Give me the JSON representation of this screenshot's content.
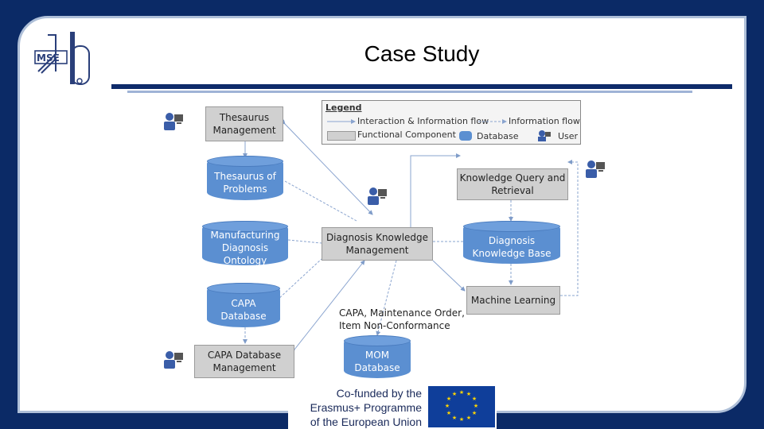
{
  "slide": {
    "title": "Case Study"
  },
  "legend": {
    "title": "Legend",
    "interaction": "Interaction & Information flow",
    "information": "Information flow",
    "functional": "Functional Component",
    "database": "Database",
    "user": "User"
  },
  "components": {
    "thesaurus_management": "Thesaurus\nManagement",
    "diagnosis_knowledge_management": "Diagnosis Knowledge\nManagement",
    "knowledge_query": "Knowledge Query and\nRetrieval",
    "machine_learning": "Machine Learning",
    "capa_db_management": "CAPA Database\nManagement"
  },
  "databases": {
    "thesaurus_of_problems": "Thesaurus of\nProblems",
    "manufacturing_ontology": "Manufacturing\nDiagnosis\nOntology",
    "capa_database": "CAPA\nDatabase",
    "diagnosis_kb": "Diagnosis\nKnowledge Base",
    "mom_database": "MOM\nDatabase"
  },
  "annotations": {
    "capa_flow": "CAPA, Maintenance Order,\nItem Non-Conformance"
  },
  "footer": {
    "text": "Co-funded by the\nErasmus+ Programme\nof the European Union"
  },
  "colors": {
    "background": "#0b2a66",
    "database": "#5b8fd1",
    "component": "#d0d0d0"
  }
}
